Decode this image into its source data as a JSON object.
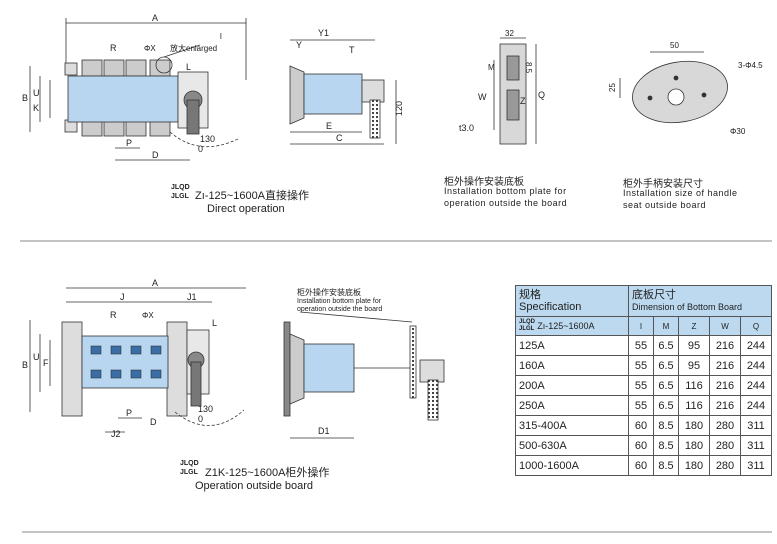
{
  "top_left": {
    "dims": {
      "A": "A",
      "R": "R",
      "phiX": "ΦX",
      "l": "l",
      "zoom": "放大enlarged",
      "B": "B",
      "U": "U",
      "K": "K",
      "L": "L",
      "P": "P",
      "D": "D",
      "a130": "130",
      "zero": "0"
    },
    "caption": {
      "model_top": "JLQD",
      "model_bottom": "JLGL",
      "text_cn": "Zı-125~1600A直接操作",
      "text_en": "Direct operation"
    }
  },
  "top_side": {
    "dims": {
      "Y1": "Y1",
      "Y": "Y",
      "T": "T",
      "v120": "120",
      "E": "E",
      "C": "C"
    }
  },
  "top_plate": {
    "dims": {
      "d32": "32",
      "d85": "8.5",
      "M": "M",
      "W": "W",
      "Z": "Z",
      "Q": "Q",
      "t3": "t3.0"
    },
    "caption": {
      "cn": "柜外操作安装底板",
      "en1": "Installation bottom plate for",
      "en2": "operation outside the board"
    }
  },
  "top_handle": {
    "dims": {
      "d50": "50",
      "d25": "25",
      "holes": "3-Φ4.5",
      "phi30": "Φ30"
    },
    "caption": {
      "cn": "柜外手柄安装尺寸",
      "en1": "Installation size of handle",
      "en2": "seat outside board"
    }
  },
  "bottom_left": {
    "dims": {
      "A": "A",
      "J": "J",
      "J1": "J1",
      "R": "R",
      "phiX": "ΦX",
      "B": "B",
      "U": "U",
      "F": "F",
      "L": "L",
      "P": "P",
      "D": "D",
      "J2": "J2",
      "a130": "130",
      "zero": "0"
    },
    "caption": {
      "model_top": "JLQD",
      "model_bottom": "JLGL",
      "text_cn": "Z1K-125~1600A柜外操作",
      "text_en": "Operation outside board"
    }
  },
  "bottom_side": {
    "label_cn": "柜外操作安装底板",
    "label_en1": "Installation bottom plate for",
    "label_en2": "operation outside the board",
    "dims": {
      "D1": "D1"
    }
  },
  "table": {
    "header_spec_cn": "规格",
    "header_spec_en": "Specification",
    "header_dim_cn": "底板尺寸",
    "header_dim_en": "Dimension of Bottom Board",
    "sub_model_top": "JLQD",
    "sub_model_bottom": "JLGL",
    "sub_model_text": "Zı-125~1600A",
    "columns": [
      "I",
      "M",
      "Z",
      "W",
      "Q"
    ],
    "rows": [
      {
        "spec": "125A",
        "v": [
          "55",
          "6.5",
          "95",
          "216",
          "244"
        ]
      },
      {
        "spec": "160A",
        "v": [
          "55",
          "6.5",
          "95",
          "216",
          "244"
        ]
      },
      {
        "spec": "200A",
        "v": [
          "55",
          "6.5",
          "116",
          "216",
          "244"
        ]
      },
      {
        "spec": "250A",
        "v": [
          "55",
          "6.5",
          "116",
          "216",
          "244"
        ]
      },
      {
        "spec": "315-400A",
        "v": [
          "60",
          "8.5",
          "180",
          "280",
          "311"
        ]
      },
      {
        "spec": "500-630A",
        "v": [
          "60",
          "8.5",
          "180",
          "280",
          "311"
        ]
      },
      {
        "spec": "1000-1600A",
        "v": [
          "60",
          "8.5",
          "180",
          "280",
          "311"
        ]
      }
    ]
  },
  "colors": {
    "body": "#b8d6ef",
    "lines": "#333333",
    "terminal": "#c8c8c8",
    "handle": "#8a8a8a"
  }
}
